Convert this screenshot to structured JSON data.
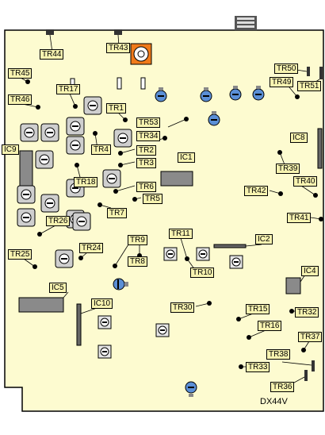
{
  "board": {
    "name": "DX44V",
    "colors": {
      "board": "#fdfbd0",
      "outline": "#000000",
      "label_bg": "#f7f3b0",
      "trimmer_blue": "#5b8fd6",
      "ic_gray": "#8a8a8a",
      "pot_orange": "#f07a1a",
      "switch_gray": "#cfcfcf"
    }
  },
  "labels": {
    "tr44": "TR44",
    "tr43": "TR43",
    "tr45": "TR45",
    "tr17": "TR17",
    "tr46": "TR46",
    "tr1": "TR1",
    "tr53": "TR53",
    "tr34": "TR34",
    "tr4": "TR4",
    "tr2": "TR2",
    "tr3": "TR3",
    "ic1": "IC1",
    "ic9": "IC9",
    "tr18": "TR18",
    "tr6": "TR6",
    "tr5": "TR5",
    "tr7": "TR7",
    "tr26": "TR26",
    "tr24": "TR24",
    "tr9": "TR9",
    "tr11": "TR11",
    "tr8": "TR8",
    "tr10": "TR10",
    "tr25": "TR25",
    "ic2": "IC2",
    "ic5": "IC5",
    "ic10": "IC10",
    "tr30": "TR30",
    "tr50": "TR50",
    "tr49": "TR49",
    "tr51": "TR51",
    "ic8": "IC8",
    "tr39": "TR39",
    "tr40": "TR40",
    "tr42": "TR42",
    "tr41": "TR41",
    "ic4": "IC4",
    "tr15": "TR15",
    "tr32": "TR32",
    "tr16": "TR16",
    "tr37": "TR37",
    "tr38": "TR38",
    "tr33": "TR33",
    "tr36": "TR36"
  }
}
